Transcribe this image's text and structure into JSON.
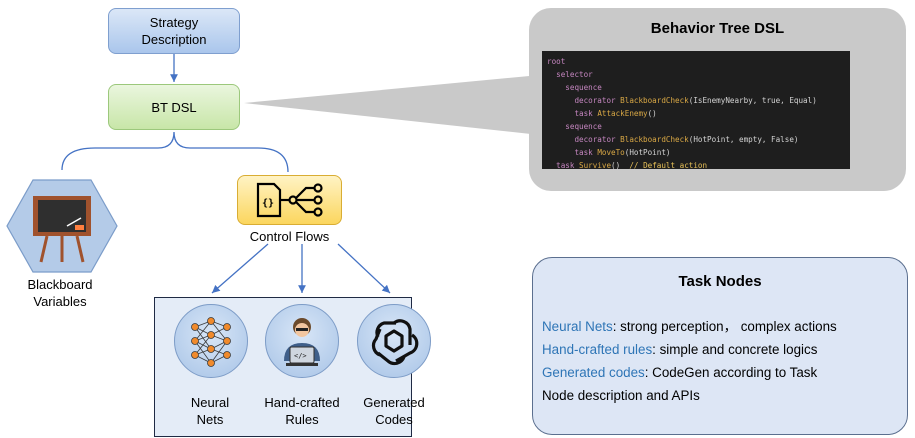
{
  "diagram": {
    "strategy_box": "Strategy\nDescription",
    "btdsl_box": "BT DSL",
    "blackboard_label": "Blackboard\nVariables",
    "control_flows_label": "Control Flows",
    "leaves": [
      {
        "label": "Neural\nNets",
        "icon": "neural-net-icon"
      },
      {
        "label": "Hand-crafted\nRules",
        "icon": "programmer-icon"
      },
      {
        "label": "Generated\nCodes",
        "icon": "openai-logo-icon"
      }
    ]
  },
  "bt_panel": {
    "title": "Behavior Tree DSL",
    "code": {
      "l1": "root",
      "l2": "selector",
      "l3": "sequence",
      "l4_kw": "decorator",
      "l4_fn": "BlackboardCheck",
      "l4_args": "(IsEnemyNearby, true, Equal)",
      "l5_kw": "task",
      "l5_fn": "AttackEnemy",
      "l5_args": "()",
      "l6": "sequence",
      "l7_kw": "decorator",
      "l7_fn": "BlackboardCheck",
      "l7_args": "(HotPoint, empty, False)",
      "l8_kw": "task",
      "l8_fn": "MoveTo",
      "l8_args": "(HotPoint)",
      "l9_kw": "task",
      "l9_fn": "Survive",
      "l9_args": "()",
      "l9_comment": "// Default action"
    }
  },
  "task_nodes": {
    "title": "Task Nodes",
    "line1_key": "Neural Nets",
    "line1_text": ":  strong perception， complex actions",
    "line2_key": "Hand-crafted rules",
    "line2_text": ":  simple and concrete logics",
    "line3_key": "Generated codes",
    "line3_text": ":  CodeGen according to Task",
    "line4_text": "Node description and APIs"
  },
  "colors": {
    "arrow": "#4472c4",
    "highlight_text": "#2e75b6",
    "code_background": "#1e1e1e"
  }
}
